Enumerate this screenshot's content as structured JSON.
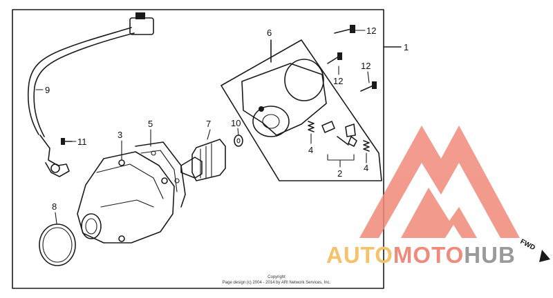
{
  "callouts": {
    "c1": "1",
    "c2": "2",
    "c3": "3",
    "c4a": "4",
    "c4b": "4",
    "c5": "5",
    "c6": "6",
    "c7": "7",
    "c8": "8",
    "c9": "9",
    "c10": "10",
    "c11": "11",
    "c12a": "12",
    "c12b": "12",
    "c12c": "12"
  },
  "copyright": {
    "line1": "Copyright",
    "line2": "Page design (c) 2004 - 2014 by ARI Network Services, Inc."
  },
  "watermark": {
    "part1": "AUTO",
    "part2": "MOTO",
    "part3": "HUB",
    "colors": {
      "part1": "#f5c26b",
      "part2": "#f08a7a",
      "part3": "#9a9a9a",
      "logo": "#f08a7a"
    }
  },
  "direction_label": "FWD"
}
